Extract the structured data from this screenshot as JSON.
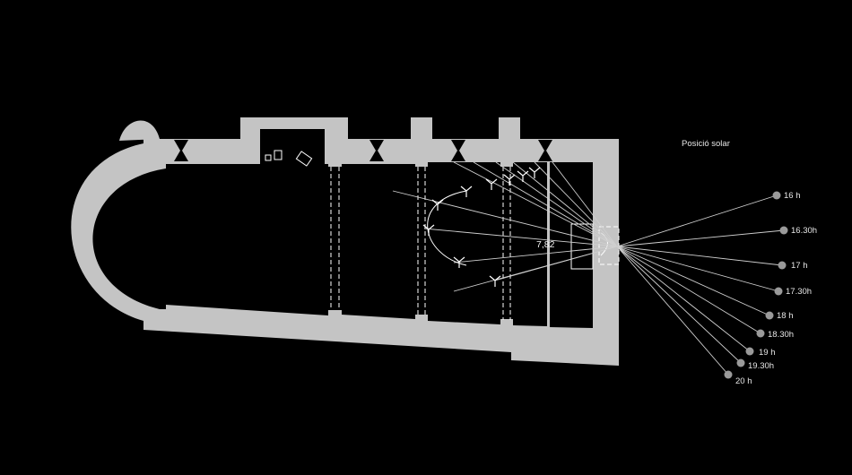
{
  "legend": {
    "title": "Posició solar"
  },
  "dimension": {
    "value": "7,82"
  },
  "sun_positions": [
    {
      "time": "16 h"
    },
    {
      "time": "16.30h"
    },
    {
      "time": "17 h"
    },
    {
      "time": "17.30h"
    },
    {
      "time": "18 h"
    },
    {
      "time": "18.30h"
    },
    {
      "time": "19 h"
    },
    {
      "time": "19.30h"
    },
    {
      "time": "20 h"
    }
  ],
  "colors": {
    "background": "#000000",
    "wall": "#c8c8c8",
    "line": "#d9d9d9"
  }
}
